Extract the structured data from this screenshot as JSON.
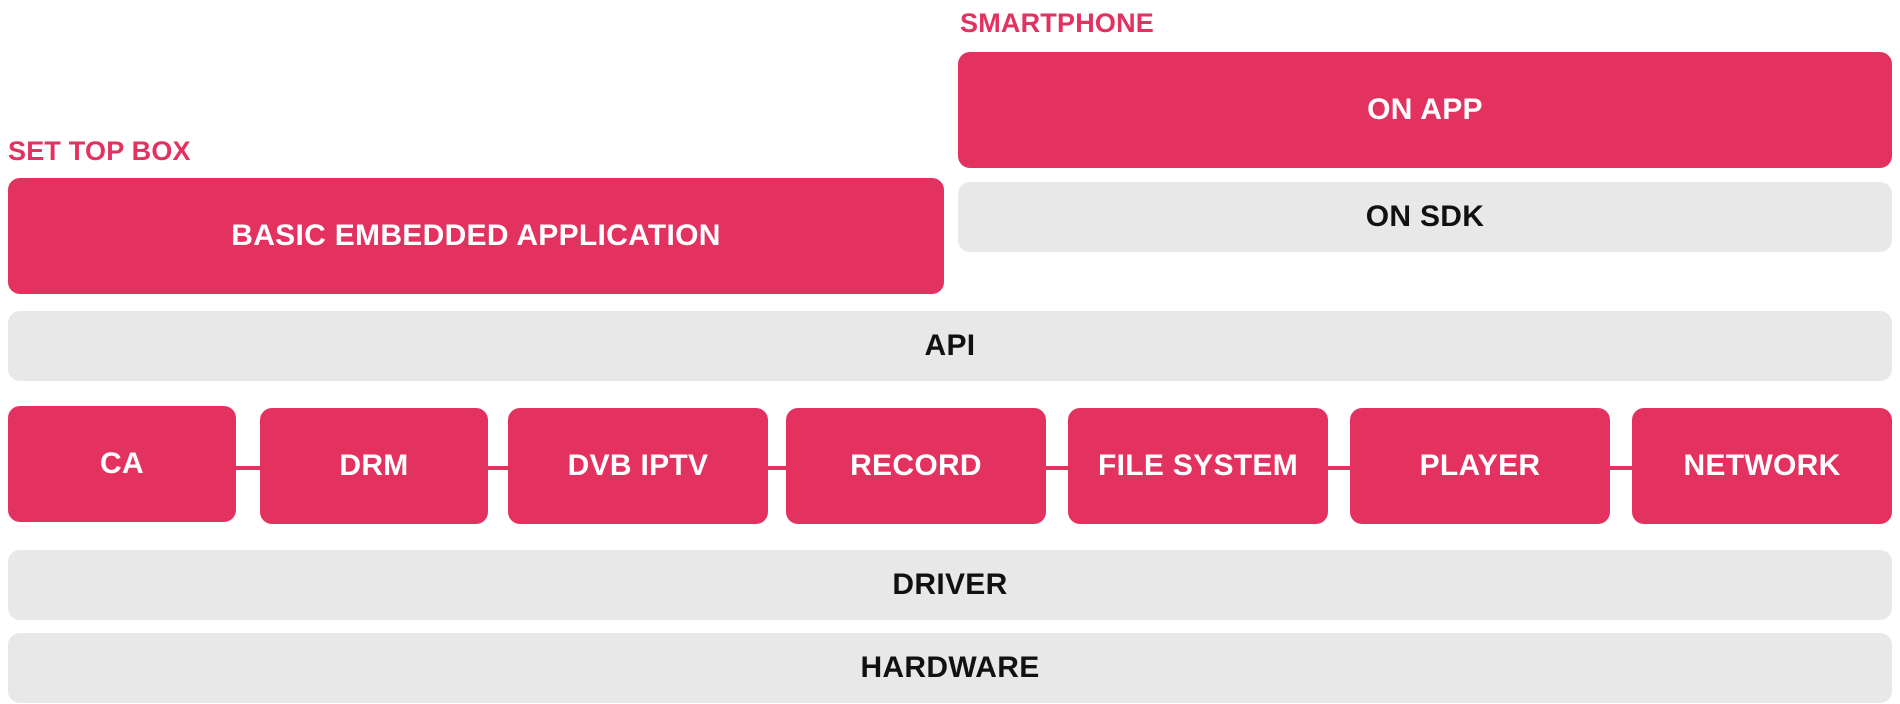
{
  "colors": {
    "accent": "#e3325f",
    "layer_gray": "#e8e8e8",
    "text_dark": "#111111",
    "text_light": "#ffffff"
  },
  "labels": {
    "smartphone": "SMARTPHONE",
    "set_top_box": "SET TOP BOX"
  },
  "smartphone": {
    "app": "ON APP",
    "sdk": "ON SDK"
  },
  "set_top_box": {
    "app": "BASIC EMBEDDED APPLICATION"
  },
  "layers": {
    "api": "API",
    "driver": "DRIVER",
    "hardware": "HARDWARE"
  },
  "modules": [
    "CA",
    "DRM",
    "DVB IPTV",
    "RECORD",
    "FILE SYSTEM",
    "PLAYER",
    "NETWORK"
  ]
}
